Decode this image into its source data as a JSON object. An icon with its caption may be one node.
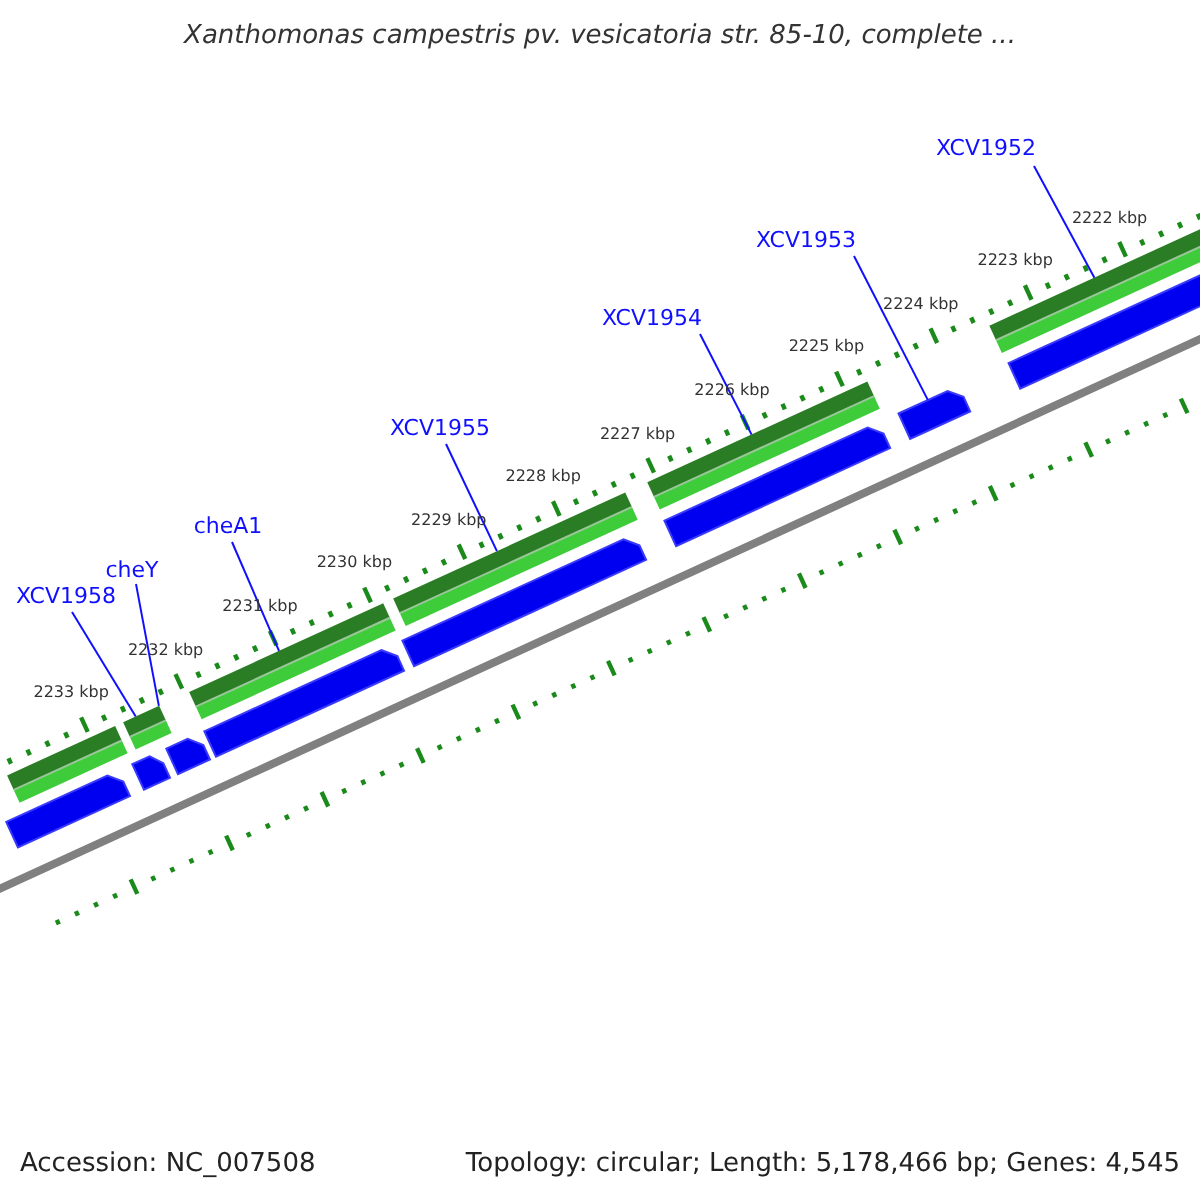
{
  "diagram": {
    "title": "Xanthomonas campestris pv. vesicatoria str. 85-10, complete ...",
    "nodes": [
      {
        "text": [
          "XCV1952"
        ]
      },
      {
        "text": [
          "XCV1953"
        ]
      },
      {
        "text": [
          "XCV1954"
        ]
      },
      {
        "text": [
          "XCV1955"
        ]
      },
      {
        "text": [
          "cheA1"
        ]
      },
      {
        "text": [
          "cheY"
        ]
      },
      {
        "text": [
          "XCV1958"
        ]
      },
      {
        "text": [],
        "shape": "bar"
      },
      {
        "text": [],
        "shape": "bar"
      },
      {
        "text": [],
        "shape": "bar"
      },
      {
        "text": [],
        "shape": "bar"
      },
      {
        "text": [],
        "shape": "bar"
      },
      {
        "text": [],
        "shape": "bar"
      },
      {
        "text": [],
        "shape": "bar"
      },
      {
        "text": [],
        "shape": "bar"
      },
      {
        "text": [],
        "shape": "bar"
      },
      {
        "text": [],
        "shape": "bar"
      },
      {
        "text": [],
        "shape": "bar"
      },
      {
        "text": [],
        "shape": "bar"
      },
      {
        "text": [],
        "shape": "bar"
      },
      {
        "text": [],
        "shape": "bar"
      }
    ],
    "edges": [
      {
        "from": 0,
        "to": 19,
        "arrow": "none"
      },
      {
        "from": 1,
        "to": 18,
        "arrow": "none"
      },
      {
        "from": 2,
        "to": 16,
        "arrow": "none"
      },
      {
        "from": 3,
        "to": 14,
        "arrow": "none"
      },
      {
        "from": 4,
        "to": 12,
        "arrow": "none"
      },
      {
        "from": 5,
        "to": 9,
        "arrow": "none"
      },
      {
        "from": 6,
        "to": 7,
        "arrow": "none"
      }
    ],
    "labels": [
      "2222 kbp",
      "2223 kbp",
      "2224 kbp",
      "2225 kbp",
      "2226 kbp",
      "2227 kbp",
      "2228 kbp",
      "2229 kbp",
      "2230 kbp",
      "2231 kbp",
      "2232 kbp",
      "2233 kbp",
      "Accession: NC_007508",
      "Topology: circular; Length: 5,178,466 bp; Genes: 4,545"
    ]
  }
}
